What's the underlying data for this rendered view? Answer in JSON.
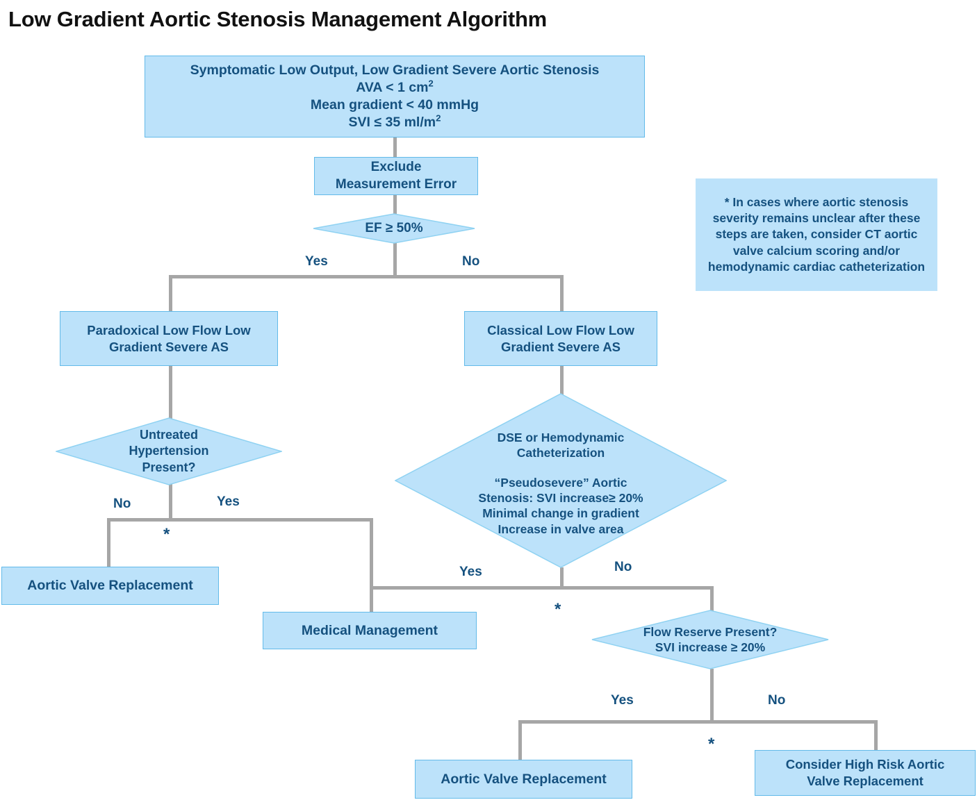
{
  "title": "Low Gradient Aortic Stenosis Management Algorithm",
  "colors": {
    "node_fill": "#bce2fa",
    "node_border": "#62bae9",
    "node_text": "#15517f",
    "connector": "#a6a6a6",
    "title_text": "#111111",
    "background": "#ffffff"
  },
  "nodes": {
    "start": {
      "type": "process",
      "lines": [
        "Symptomatic  Low Output, Low Gradient Severe Aortic Stenosis",
        "AVA < 1 cm2",
        "Mean gradient < 40 mmHg",
        "SVI ≤ 35 ml/m2"
      ],
      "line1": "Symptomatic  Low Output, Low Gradient Severe Aortic Stenosis",
      "line2_prefix": "AVA < 1 cm",
      "line2_sup": "2",
      "line3": "Mean gradient < 40 mmHg",
      "line4_prefix": "SVI ≤ 35 ml/m",
      "line4_sup": "2"
    },
    "exclude_error": {
      "type": "process",
      "line1": "Exclude",
      "line2": "Measurement Error"
    },
    "ef_decision": {
      "type": "decision",
      "label": "EF ≥ 50%"
    },
    "paradoxical": {
      "type": "process",
      "line1": "Paradoxical Low Flow Low",
      "line2": "Gradient Severe AS"
    },
    "classical": {
      "type": "process",
      "line1": "Classical Low Flow Low",
      "line2": "Gradient Severe AS"
    },
    "hypertension_decision": {
      "type": "decision",
      "line1": "Untreated",
      "line2": "Hypertension",
      "line3": "Present?"
    },
    "dse_decision": {
      "type": "decision",
      "line1": "DSE or Hemodynamic",
      "line2": "Catheterization",
      "line3": "“Pseudosevere” Aortic",
      "line4": "Stenosis:  SVI increase≥ 20%",
      "line5": "Minimal change in gradient",
      "line6": "Increase in valve area"
    },
    "avr_left": {
      "type": "process",
      "label": "Aortic Valve Replacement"
    },
    "medical_management": {
      "type": "process",
      "label": "Medical Management"
    },
    "flow_reserve_decision": {
      "type": "decision",
      "line1": "Flow Reserve Present?",
      "line2": "SVI increase ≥ 20%"
    },
    "avr_bottom": {
      "type": "process",
      "label": "Aortic Valve Replacement"
    },
    "high_risk_avr": {
      "type": "process",
      "line1": "Consider High Risk Aortic",
      "line2": "Valve Replacement"
    }
  },
  "edge_labels": {
    "ef_yes": "Yes",
    "ef_no": "No",
    "htn_no": "No",
    "htn_yes": "Yes",
    "dse_yes": "Yes",
    "dse_no": "No",
    "flow_yes": "Yes",
    "flow_no": "No"
  },
  "asterisks": {
    "a1": "*",
    "a2": "*",
    "a3": "*"
  },
  "note": {
    "text": "* In cases where aortic stenosis severity remains unclear after these steps are taken, consider CT aortic valve calcium scoring and/or hemodynamic cardiac catheterization"
  }
}
